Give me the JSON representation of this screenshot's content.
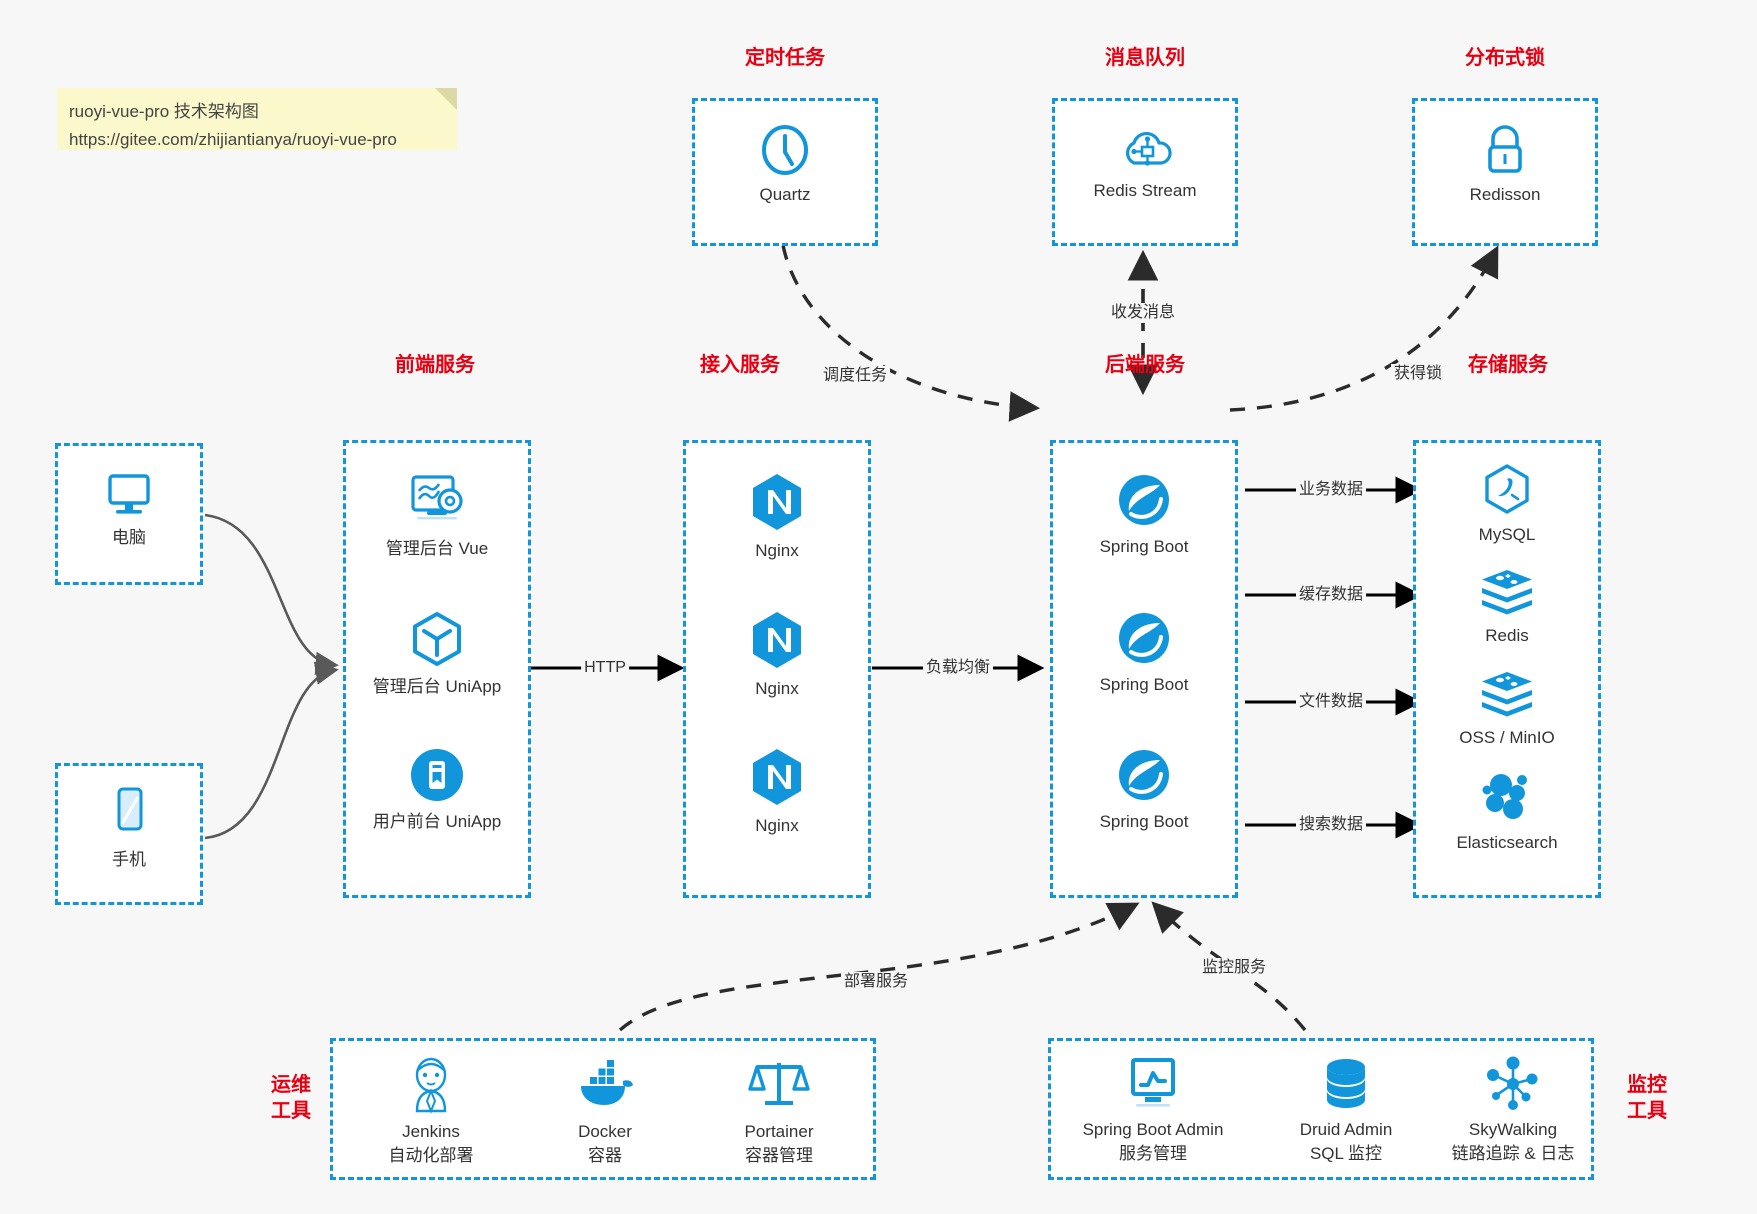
{
  "note": {
    "line1": "ruoyi-vue-pro 技术架构图",
    "line2": "https://gitee.com/zhijiantianya/ruoyi-vue-pro"
  },
  "colors": {
    "accent": "#1296db",
    "group_title": "#e60012",
    "background": "#f7f7f7",
    "box_fill": "#ffffff",
    "edge_solid": "#000000",
    "edge_dashed": "#333333",
    "client_edge": "#595959"
  },
  "groups": {
    "scheduled_task": {
      "title": "定时任务",
      "nodes": [
        {
          "label": "Quartz",
          "icon": "clock-icon"
        }
      ]
    },
    "message_queue": {
      "title": "消息队列",
      "nodes": [
        {
          "label": "Redis Stream",
          "icon": "cloud-network-icon"
        }
      ]
    },
    "distributed_lock": {
      "title": "分布式锁",
      "nodes": [
        {
          "label": "Redisson",
          "icon": "lock-icon"
        }
      ]
    },
    "clients": {
      "nodes": [
        {
          "label": "电脑",
          "icon": "desktop-computer-icon"
        },
        {
          "label": "手机",
          "icon": "mobile-phone-icon"
        }
      ]
    },
    "frontend": {
      "title": "前端服务",
      "nodes": [
        {
          "label": "管理后台 Vue",
          "icon": "dashboard-screen-icon"
        },
        {
          "label": "管理后台 UniApp",
          "icon": "cube-icon"
        },
        {
          "label": "用户前台 UniApp",
          "icon": "app-rounded-icon"
        }
      ]
    },
    "gateway": {
      "title": "接入服务",
      "nodes": [
        {
          "label": "Nginx",
          "icon": "nginx-icon"
        },
        {
          "label": "Nginx",
          "icon": "nginx-icon"
        },
        {
          "label": "Nginx",
          "icon": "nginx-icon"
        }
      ]
    },
    "backend": {
      "title": "后端服务",
      "nodes": [
        {
          "label": "Spring Boot",
          "icon": "spring-boot-icon"
        },
        {
          "label": "Spring Boot",
          "icon": "spring-boot-icon"
        },
        {
          "label": "Spring Boot",
          "icon": "spring-boot-icon"
        }
      ]
    },
    "storage": {
      "title": "存储服务",
      "nodes": [
        {
          "label": "MySQL",
          "icon": "mysql-icon"
        },
        {
          "label": "Redis",
          "icon": "redis-icon"
        },
        {
          "label": "OSS / MinIO",
          "icon": "oss-minio-icon"
        },
        {
          "label": "Elasticsearch",
          "icon": "elasticsearch-icon"
        }
      ]
    },
    "devops_tools": {
      "title_line1": "运维",
      "title_line2": "工具",
      "nodes": [
        {
          "label": "Jenkins",
          "sublabel": "自动化部署",
          "icon": "jenkins-icon"
        },
        {
          "label": "Docker",
          "sublabel": "容器",
          "icon": "docker-icon"
        },
        {
          "label": "Portainer",
          "sublabel": "容器管理",
          "icon": "scales-icon"
        }
      ]
    },
    "monitor_tools": {
      "title_line1": "监控",
      "title_line2": "工具",
      "nodes": [
        {
          "label": "Spring Boot Admin",
          "sublabel": "服务管理",
          "icon": "monitor-chart-icon"
        },
        {
          "label": "Druid Admin",
          "sublabel": "SQL 监控",
          "icon": "database-stack-icon"
        },
        {
          "label": "SkyWalking",
          "sublabel": "链路追踪 & 日志",
          "icon": "skywalking-node-icon"
        }
      ]
    }
  },
  "edges": [
    {
      "name": "frontend-to-gateway",
      "label": "HTTP",
      "style": "solid"
    },
    {
      "name": "gateway-to-backend",
      "label": "负载均衡",
      "style": "solid"
    },
    {
      "name": "quartz-to-backend",
      "label": "调度任务",
      "style": "dashed"
    },
    {
      "name": "backend-to-redis-stream",
      "label": "收发消息",
      "style": "dashed-bidirectional"
    },
    {
      "name": "backend-to-redisson",
      "label": "获得锁",
      "style": "dashed"
    },
    {
      "name": "backend-to-mysql",
      "label": "业务数据",
      "style": "solid"
    },
    {
      "name": "backend-to-redis",
      "label": "缓存数据",
      "style": "solid"
    },
    {
      "name": "backend-to-oss",
      "label": "文件数据",
      "style": "solid"
    },
    {
      "name": "backend-to-elasticsearch",
      "label": "搜索数据",
      "style": "solid"
    },
    {
      "name": "devops-to-backend",
      "label": "部署服务",
      "style": "dashed"
    },
    {
      "name": "monitor-to-backend",
      "label": "监控服务",
      "style": "dashed"
    }
  ]
}
